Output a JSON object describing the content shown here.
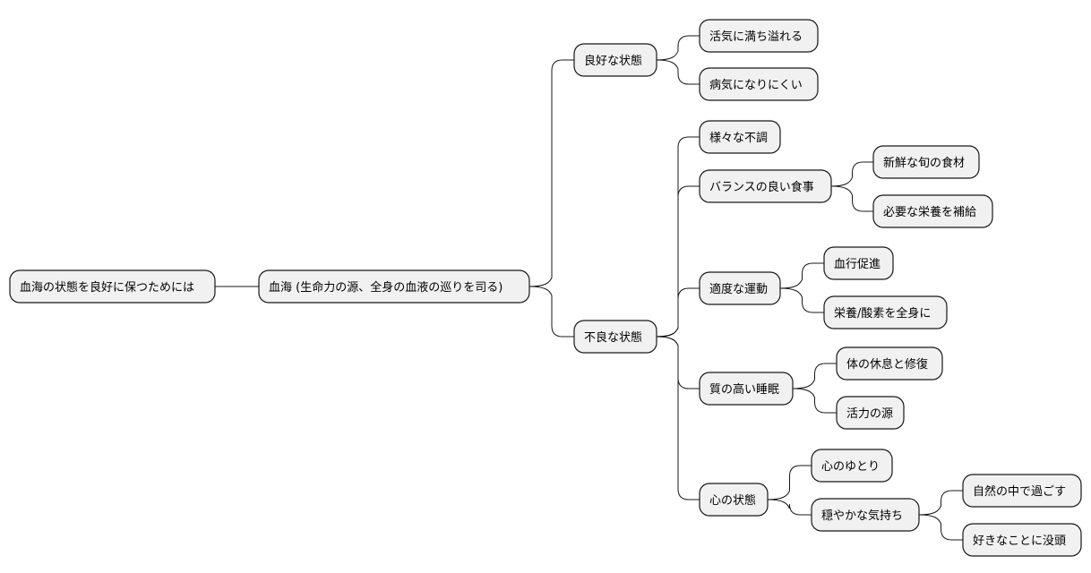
{
  "root": {
    "label": "血海の状態を良好に保つためには",
    "children": [
      {
        "label": "血海 (生命力の源、全身の血液の巡りを司る)",
        "children": [
          {
            "label": "良好な状態",
            "children": [
              {
                "label": "活気に満ち溢れる",
                "children": []
              },
              {
                "label": "病気になりにくい",
                "children": []
              }
            ]
          },
          {
            "label": "不良な状態",
            "children": [
              {
                "label": "様々な不調",
                "children": []
              },
              {
                "label": "バランスの良い食事",
                "children": [
                  {
                    "label": "新鮮な旬の食材",
                    "children": []
                  },
                  {
                    "label": "必要な栄養を補給",
                    "children": []
                  }
                ]
              },
              {
                "label": "適度な運動",
                "children": [
                  {
                    "label": "血行促進",
                    "children": []
                  },
                  {
                    "label": "栄養/酸素を全身に",
                    "children": []
                  }
                ]
              },
              {
                "label": "質の高い睡眠",
                "children": [
                  {
                    "label": "体の休息と修復",
                    "children": []
                  },
                  {
                    "label": "活力の源",
                    "children": []
                  }
                ]
              },
              {
                "label": "心の状態",
                "children": [
                  {
                    "label": "心のゆとり",
                    "children": []
                  },
                  {
                    "label": "穏やかな気持ち",
                    "children": [
                      {
                        "label": "自然の中で過ごす",
                        "children": []
                      },
                      {
                        "label": "好きなことに没頭",
                        "children": []
                      }
                    ]
                  }
                ]
              }
            ]
          }
        ]
      }
    ]
  }
}
